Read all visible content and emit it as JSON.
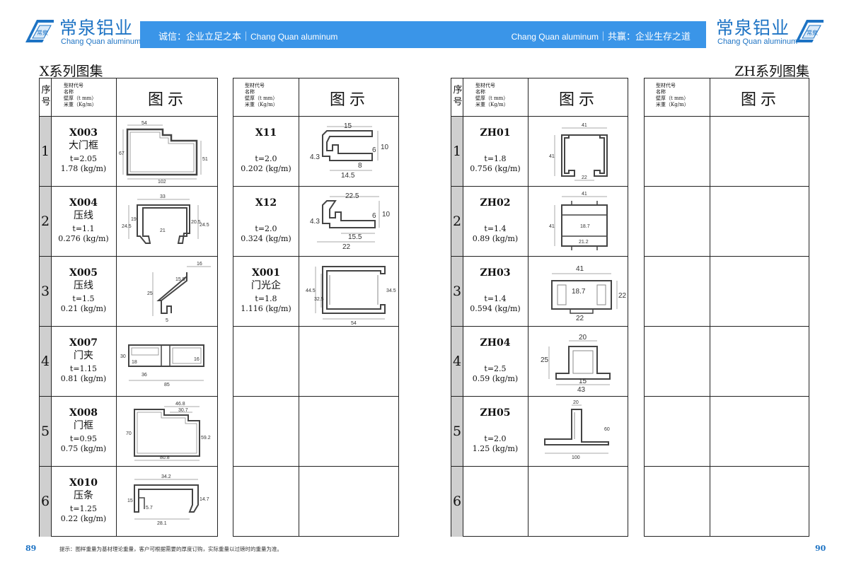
{
  "brand": {
    "name_cn": "常泉铝业",
    "name_en": "Chang Quan aluminum",
    "mark_text": "常泉"
  },
  "banner": {
    "left_cn": "诚信：企业立足之本｜",
    "left_en": "Chang Quan aluminum",
    "right_en": "Chang Quan aluminum",
    "right_cn": "｜共赢：企业生存之道"
  },
  "sections": {
    "left_title": "X系列图集",
    "right_title": "ZH系列图集"
  },
  "table_header": {
    "seq": "序号",
    "meta": [
      "型材代号",
      "名称",
      "壁厚（t mm）",
      "米重（Kg/m）"
    ],
    "illus": "图示"
  },
  "tables": [
    {
      "rows": [
        {
          "num": "1",
          "code": "X003",
          "name": "大门框",
          "thickness": "t=2.05",
          "weight": "1.78 (kg/m)",
          "icon": "profile-x003"
        },
        {
          "num": "2",
          "code": "X004",
          "name": "压线",
          "thickness": "t=1.1",
          "weight": "0.276 (kg/m)",
          "icon": "profile-x004"
        },
        {
          "num": "3",
          "code": "X005",
          "name": "压线",
          "thickness": "t=1.5",
          "weight": "0.21 (kg/m)",
          "icon": "profile-x005"
        },
        {
          "num": "4",
          "code": "X007",
          "name": "门夹",
          "thickness": "t=1.15",
          "weight": "0.81 (kg/m)",
          "icon": "profile-x007"
        },
        {
          "num": "5",
          "code": "X008",
          "name": "门框",
          "thickness": "t=0.95",
          "weight": "0.75 (kg/m)",
          "icon": "profile-x008"
        },
        {
          "num": "6",
          "code": "X010",
          "name": "压条",
          "thickness": "t=1.25",
          "weight": "0.22 (kg/m)",
          "icon": "profile-x010"
        }
      ]
    },
    {
      "rows": [
        {
          "code": "X11",
          "name": "",
          "thickness": "t=2.0",
          "weight": "0.202 (kg/m)",
          "icon": "profile-x11"
        },
        {
          "code": "X12",
          "name": "",
          "thickness": "t=2.0",
          "weight": "0.324 (kg/m)",
          "icon": "profile-x12"
        },
        {
          "code": "X001",
          "name": "门光企",
          "thickness": "t=1.8",
          "weight": "1.116 (kg/m)",
          "icon": "profile-x001"
        },
        {
          "code": "",
          "name": "",
          "thickness": "",
          "weight": ""
        },
        {
          "code": "",
          "name": "",
          "thickness": "",
          "weight": ""
        },
        {
          "code": "",
          "name": "",
          "thickness": "",
          "weight": ""
        }
      ]
    },
    {
      "rows": [
        {
          "num": "1",
          "code": "ZH01",
          "name": "",
          "thickness": "t=1.8",
          "weight": "0.756 (kg/m)",
          "icon": "profile-zh01"
        },
        {
          "num": "2",
          "code": "ZH02",
          "name": "",
          "thickness": "t=1.4",
          "weight": "0.89 (kg/m)",
          "icon": "profile-zh02"
        },
        {
          "num": "3",
          "code": "ZH03",
          "name": "",
          "thickness": "t=1.4",
          "weight": "0.594 (kg/m)",
          "icon": "profile-zh03"
        },
        {
          "num": "4",
          "code": "ZH04",
          "name": "",
          "thickness": "t=2.5",
          "weight": "0.59 (kg/m)",
          "icon": "profile-zh04"
        },
        {
          "num": "5",
          "code": "ZH05",
          "name": "",
          "thickness": "t=2.0",
          "weight": "1.25 (kg/m)",
          "icon": "profile-zh05"
        },
        {
          "num": "6",
          "code": "",
          "name": "",
          "thickness": "",
          "weight": ""
        }
      ]
    },
    {
      "rows": [
        {
          "code": "",
          "name": "",
          "thickness": "",
          "weight": ""
        },
        {
          "code": "",
          "name": "",
          "thickness": "",
          "weight": ""
        },
        {
          "code": "",
          "name": "",
          "thickness": "",
          "weight": ""
        },
        {
          "code": "",
          "name": "",
          "thickness": "",
          "weight": ""
        },
        {
          "code": "",
          "name": "",
          "thickness": "",
          "weight": ""
        },
        {
          "code": "",
          "name": "",
          "thickness": "",
          "weight": ""
        }
      ]
    }
  ],
  "dims": {
    "x003": [
      "54",
      "67",
      "51",
      "102"
    ],
    "x004": [
      "33",
      "24.5",
      "19",
      "20.5",
      "24.5",
      "21"
    ],
    "x005": [
      "16",
      "15.5",
      "25",
      "5"
    ],
    "x007": [
      "30",
      "18",
      "16",
      "36",
      "85"
    ],
    "x008": [
      "46.8",
      "30.7",
      "70",
      "59.2",
      "80.8"
    ],
    "x010": [
      "34.2",
      "15",
      "5.7",
      "14.7",
      "28.1"
    ],
    "x11": [
      "15",
      "4.3",
      "6",
      "10",
      "8",
      "14.5"
    ],
    "x12": [
      "22.5",
      "4.3",
      "6",
      "10",
      "15.5",
      "22"
    ],
    "x001": [
      "44.5",
      "32.5",
      "34.5",
      "54"
    ],
    "zh01": [
      "41",
      "41",
      "22"
    ],
    "zh02": [
      "41",
      "41",
      "18.7",
      "21.2"
    ],
    "zh03": [
      "41",
      "18.7",
      "22",
      "22"
    ],
    "zh04": [
      "20",
      "25",
      "15",
      "43"
    ],
    "zh05": [
      "20",
      "60",
      "100"
    ]
  },
  "footer": {
    "page_left": "89",
    "page_right": "90",
    "note": "提示：图样重量为基材理论重量，客户可根据需要的厚度订购，实际重量以过磅时的重量为准。"
  },
  "colors": {
    "brand_blue": "#1d73c4",
    "banner_blue": "#3a95e8",
    "seq_gray": "#cfcfcf"
  }
}
